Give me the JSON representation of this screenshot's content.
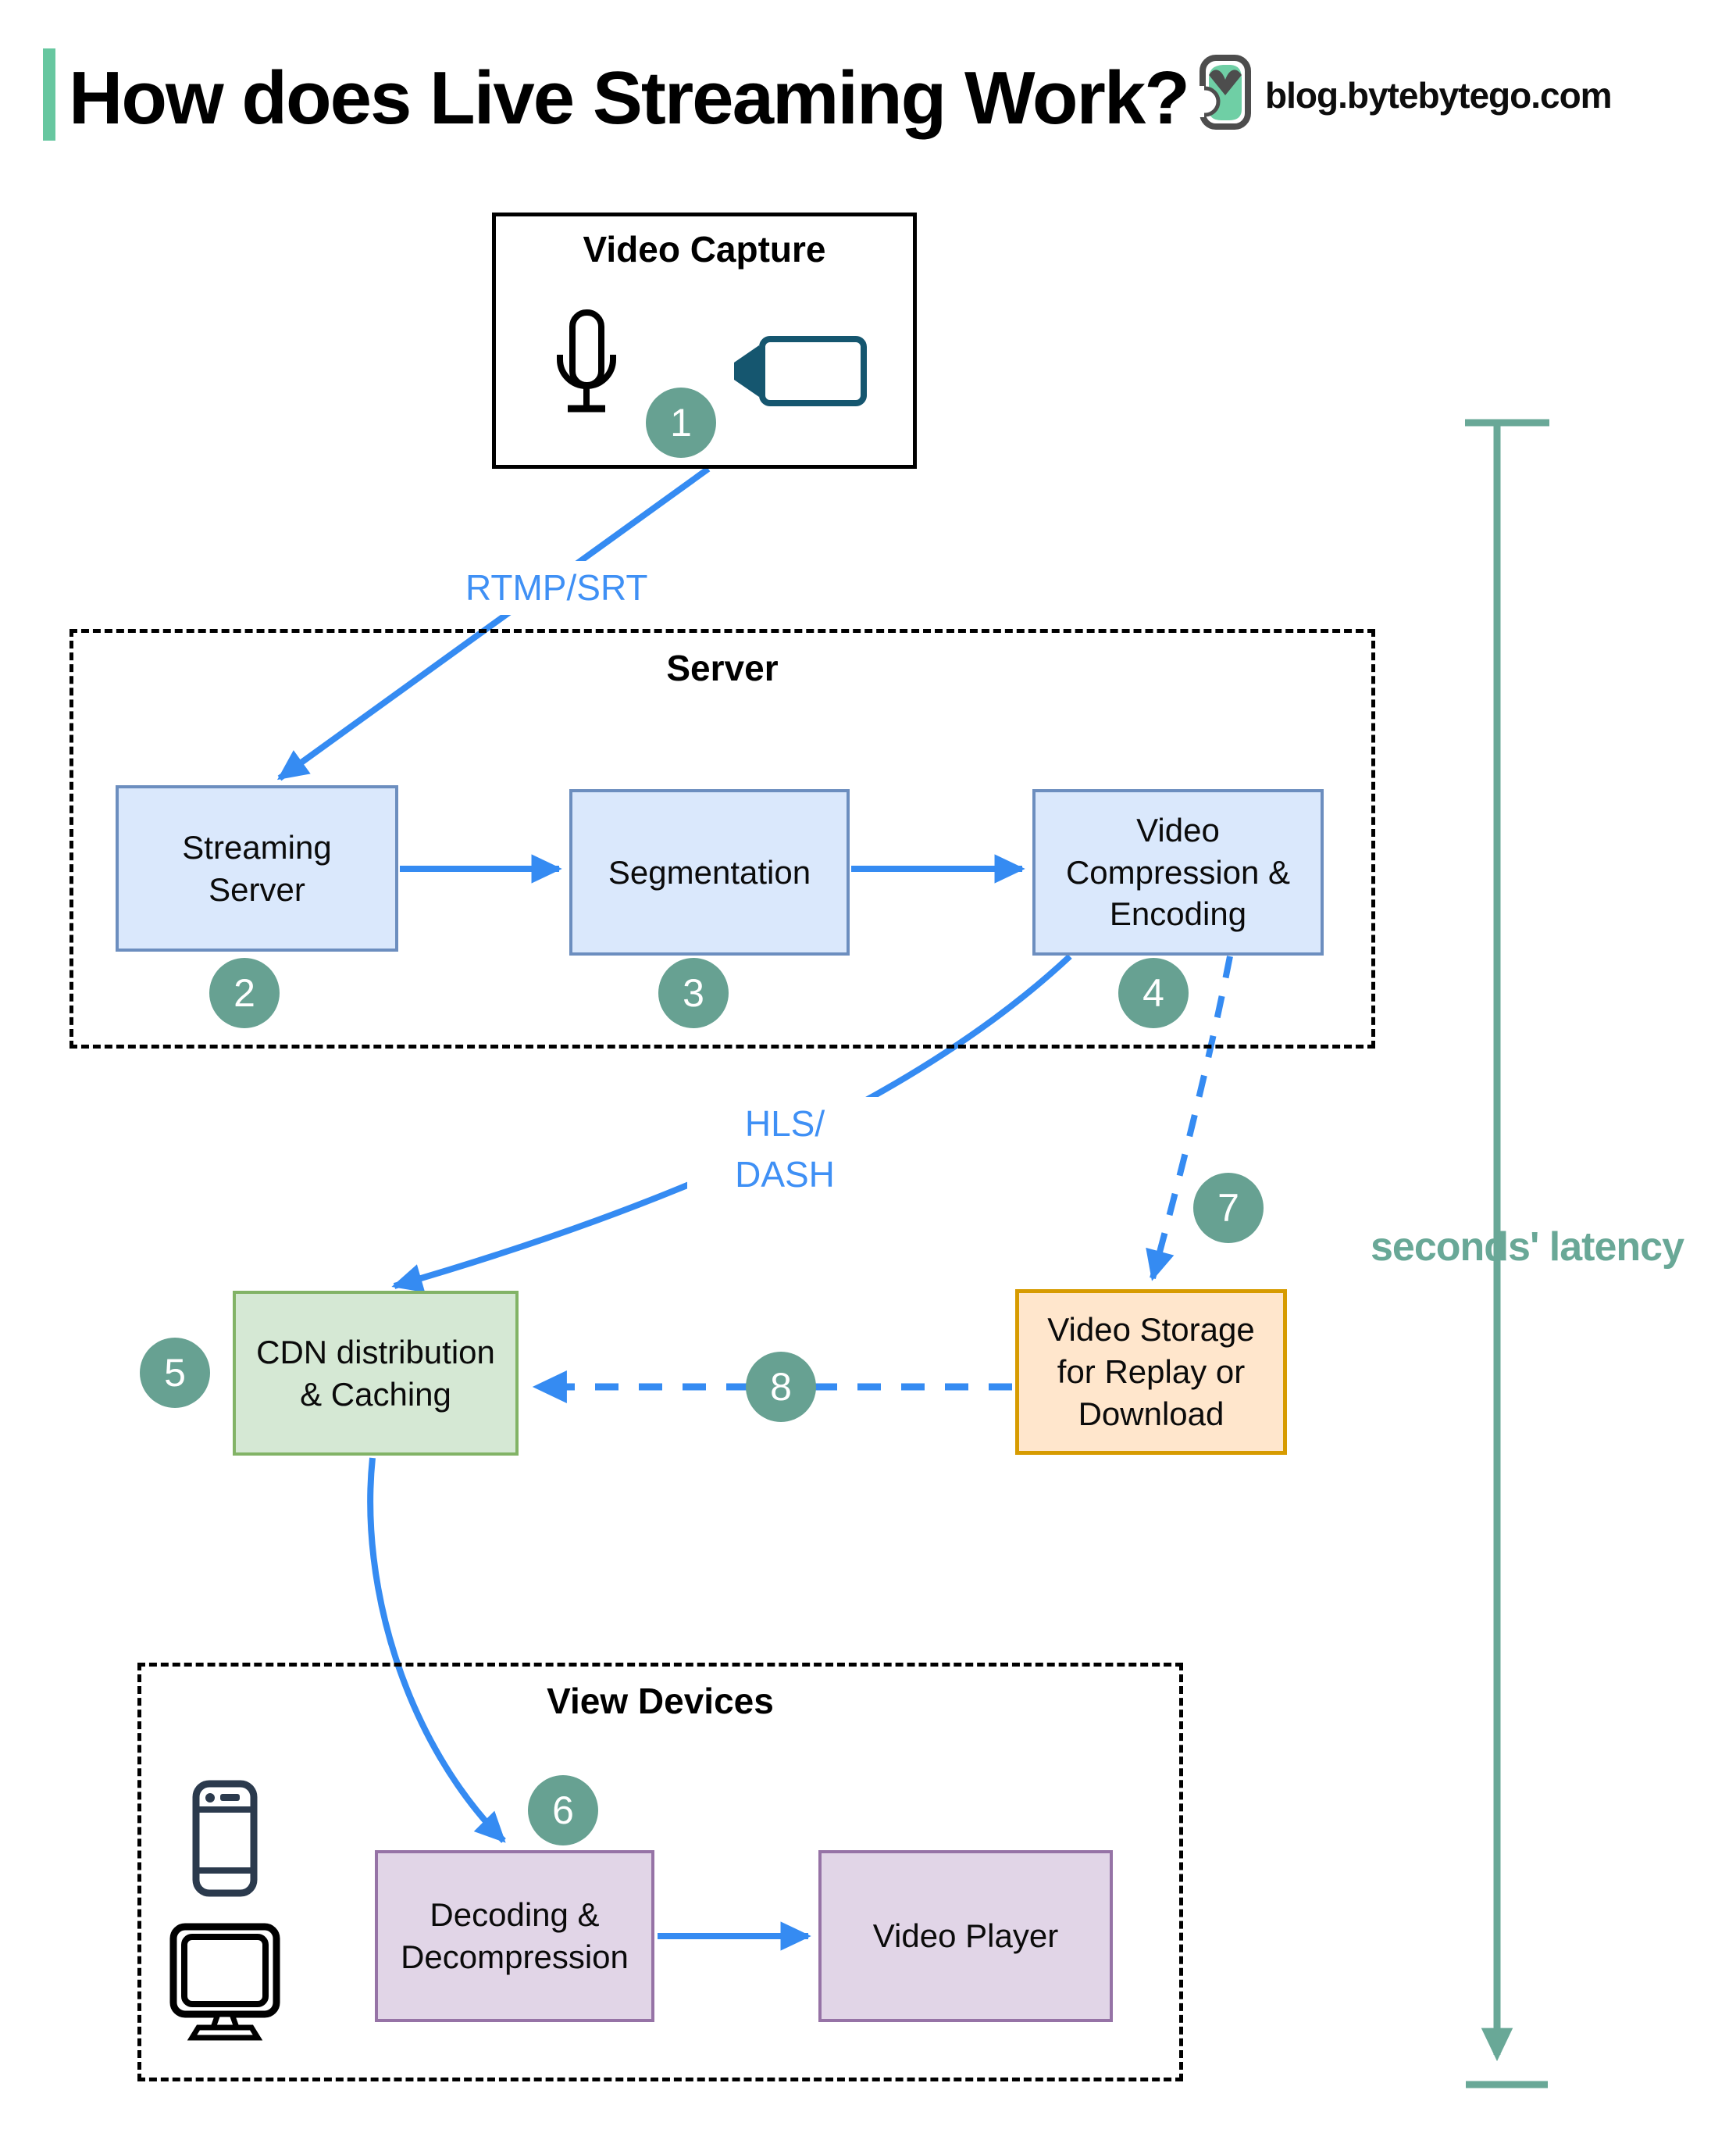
{
  "header": {
    "title": "How does Live Streaming Work?",
    "site": "blog.bytebytego.com",
    "logo_icon": "bytebytego-logo"
  },
  "containers": {
    "video_capture": {
      "label": "Video Capture",
      "icons": [
        "microphone-icon",
        "video-camera-icon"
      ]
    },
    "server": {
      "label": "Server"
    },
    "view_devices": {
      "label": "View Devices",
      "icons": [
        "smartphone-icon",
        "monitor-icon"
      ]
    }
  },
  "nodes": {
    "streaming_server": {
      "label": "Streaming\nServer"
    },
    "segmentation": {
      "label": "Segmentation"
    },
    "compression": {
      "label": "Video\nCompression &\nEncoding"
    },
    "cdn": {
      "label": "CDN distribution\n& Caching"
    },
    "storage": {
      "label": "Video Storage\nfor Replay or\nDownload"
    },
    "decoding": {
      "label": "Decoding &\nDecompression"
    },
    "player": {
      "label": "Video Player"
    }
  },
  "edge_labels": {
    "rtmp": "RTMP/SRT",
    "hls": "HLS/\nDASH",
    "latency": "seconds' latency"
  },
  "steps": {
    "1": "1",
    "2": "2",
    "3": "3",
    "4": "4",
    "5": "5",
    "6": "6",
    "7": "7",
    "8": "8"
  },
  "colors": {
    "accent_blue": "#358bf2",
    "teal_circle": "#67a192",
    "latency_teal": "#69a897",
    "mint_green": "#67c7a0",
    "blue_box_fill": "#dae8fc",
    "blue_box_border": "#6c8ebf",
    "green_box_fill": "#d5e8d4",
    "green_box_border": "#82b366",
    "orange_box_fill": "#ffe6cc",
    "orange_box_border": "#d79b00",
    "purple_box_fill": "#e1d5e7",
    "purple_box_border": "#9673a6"
  }
}
